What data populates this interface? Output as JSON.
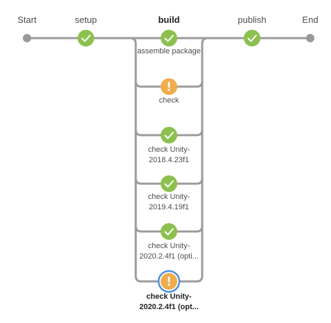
{
  "pipeline": {
    "colors": {
      "success": "#8cc04f",
      "unstable": "#f0ad4e",
      "line": "#9b9b9b",
      "endpoint": "#999999",
      "selected_ring": "#4a90d9"
    },
    "start_label": "Start",
    "end_label": "End",
    "stages": {
      "setup": {
        "label": "setup",
        "status": "success"
      },
      "build": {
        "label": "build",
        "status": "success"
      },
      "publish": {
        "label": "publish",
        "status": "success"
      }
    },
    "build_branches": [
      {
        "lines": [
          "assemble package"
        ],
        "status": "success",
        "icon": "check-icon"
      },
      {
        "lines": [
          "check"
        ],
        "status": "unstable",
        "icon": "exclamation-icon"
      },
      {
        "lines": [
          "check Unity-",
          "2018.4.23f1"
        ],
        "status": "success",
        "icon": "check-icon"
      },
      {
        "lines": [
          "check Unity-",
          "2019.4.19f1"
        ],
        "status": "success",
        "icon": "check-icon"
      },
      {
        "lines": [
          "check Unity-",
          "2020.2.4f1 (opti..."
        ],
        "status": "success",
        "icon": "check-icon"
      },
      {
        "lines": [
          "check Unity-",
          "2020.2.4f1 (opt..."
        ],
        "status": "unstable",
        "icon": "exclamation-icon",
        "selected": true
      }
    ]
  }
}
